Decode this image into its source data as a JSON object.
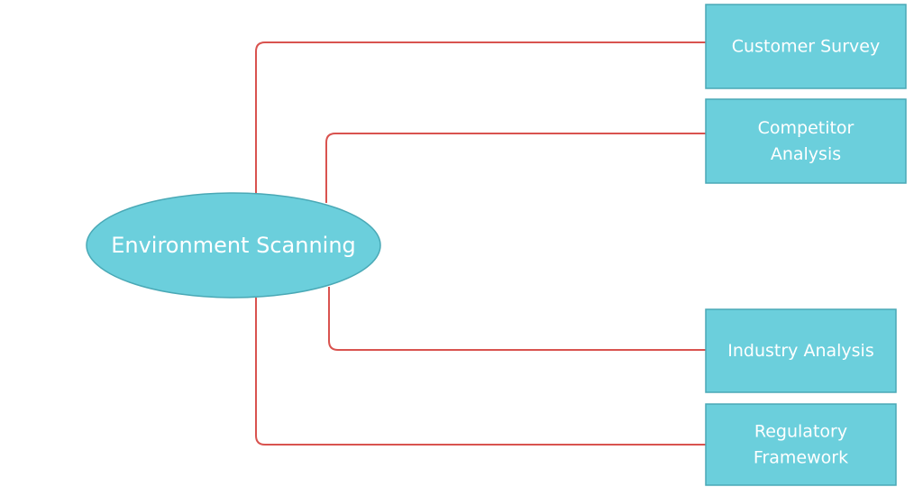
{
  "diagram": {
    "root": {
      "label": "Environment Scanning"
    },
    "branches": [
      {
        "lines": [
          "Customer Survey"
        ]
      },
      {
        "lines": [
          "Competitor",
          "Analysis"
        ]
      },
      {
        "lines": [
          "Industry Analysis"
        ]
      },
      {
        "lines": [
          "Regulatory",
          "Framework"
        ]
      }
    ],
    "colors": {
      "node_fill": "#6bcfdc",
      "node_stroke": "#4aa9b6",
      "connector": "#d9534f",
      "label": "#ffffff"
    }
  }
}
